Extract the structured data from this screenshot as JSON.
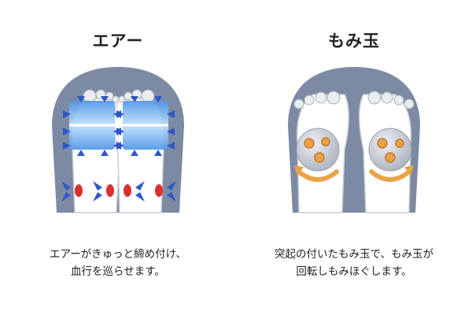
{
  "panels": [
    {
      "title": "エアー",
      "caption_lines": [
        "エアーがきゅっと締め付け、",
        "血行を巡らせます。"
      ],
      "illustration": "air-bag-foot-massage",
      "colors": {
        "shell": "#7d8aa3",
        "air": "#5a9ee6",
        "arrows": "#2f57c8",
        "pulse": "#d9302f"
      }
    },
    {
      "title": "もみ玉",
      "caption_lines": [
        "突起の付いたもみ玉で、もみ玉が",
        "回転しもみほぐします。"
      ],
      "illustration": "rotating-massage-ball",
      "colors": {
        "shell": "#7d8aa3",
        "ball": "#c4c9d3",
        "nodule": "#e8a24a",
        "arrow": "#e9a44a"
      }
    }
  ]
}
